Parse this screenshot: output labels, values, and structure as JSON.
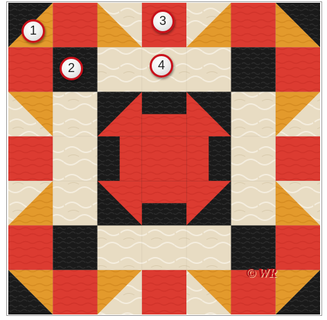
{
  "colors": {
    "red": "#dc3b31",
    "gold": "#e39a2c",
    "cream": "#e8dcc3",
    "black": "#1a1a1a",
    "badge_border": "#c8101a"
  },
  "badges": [
    {
      "label": "1"
    },
    {
      "label": "2"
    },
    {
      "label": "3"
    },
    {
      "label": "4"
    }
  ],
  "copyright": "© WR"
}
